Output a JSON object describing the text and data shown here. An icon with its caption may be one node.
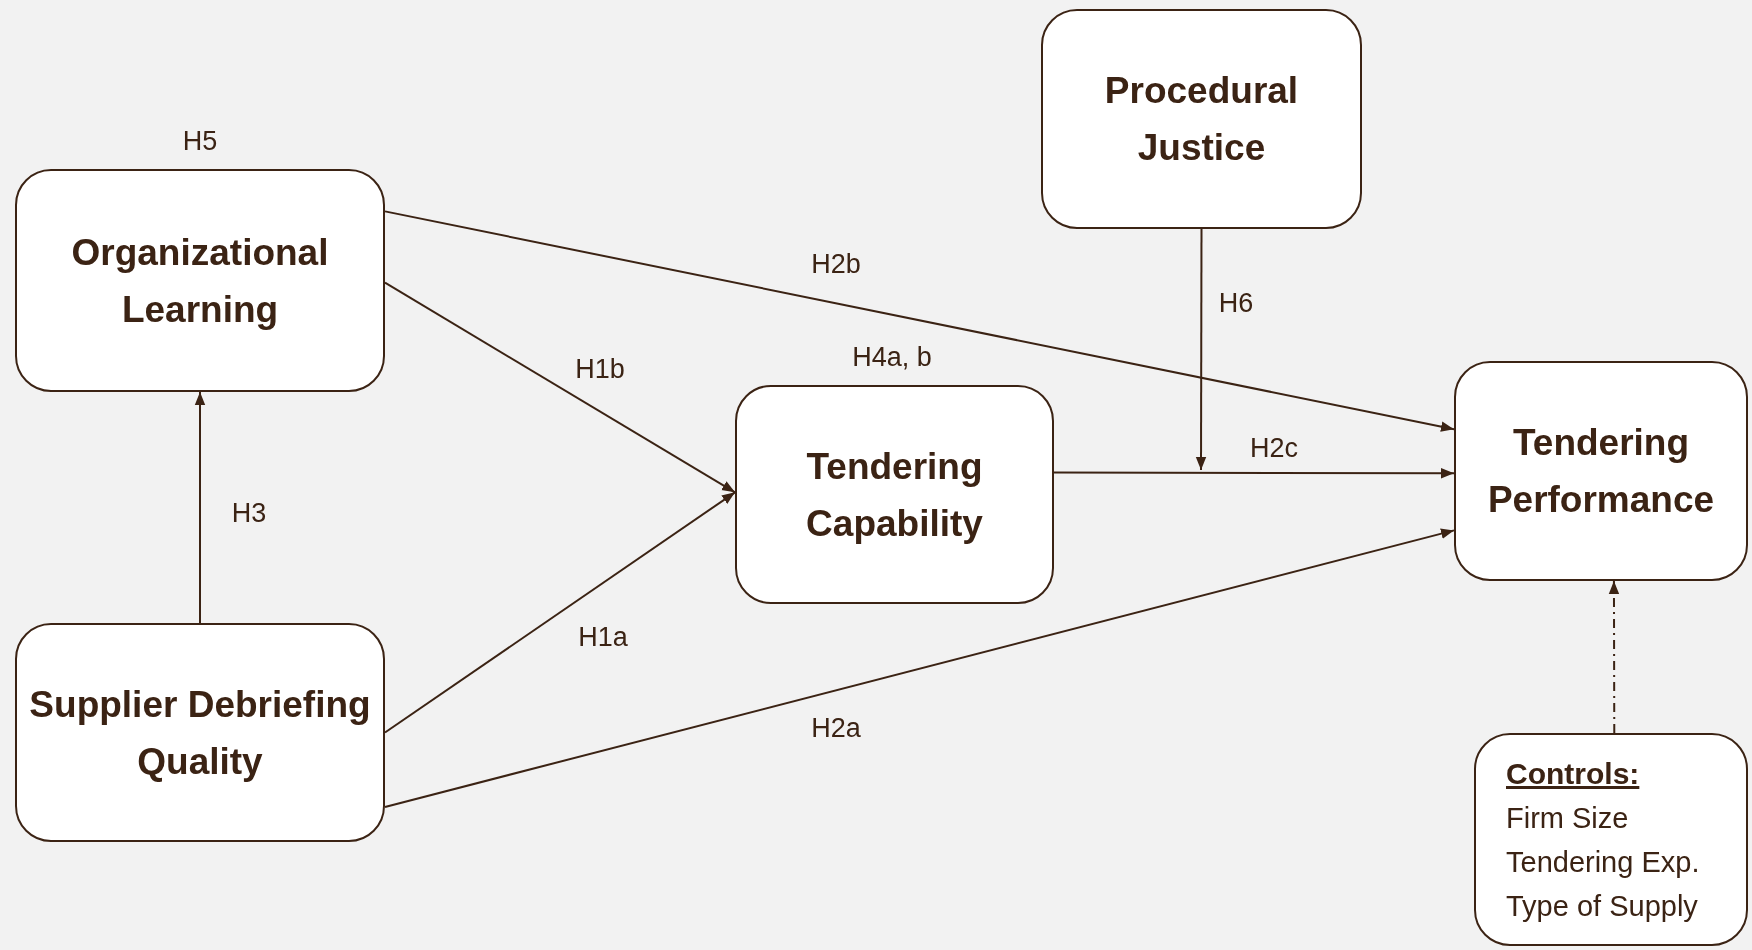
{
  "diagram": {
    "nodes": [
      {
        "text": [
          "Organizational Learning"
        ],
        "beside": [
          "H5"
        ]
      },
      {
        "text": [
          "Supplier Debriefing Quality"
        ]
      },
      {
        "text": [
          "Tendering Capability"
        ],
        "beside": [
          "H4a, b"
        ]
      },
      {
        "text": [
          "Procedural Justice"
        ]
      },
      {
        "text": [
          "Tendering Performance"
        ]
      },
      {
        "text": [
          "Controls:",
          "Firm Size",
          "Tendering Exp.",
          "Type of Supply"
        ]
      }
    ],
    "edges": [
      {
        "from": 0,
        "to": 2,
        "arrow": "to",
        "label": "H1b"
      },
      {
        "from": 1,
        "to": 2,
        "arrow": "to",
        "label": "H1a"
      },
      {
        "from": 0,
        "to": 4,
        "arrow": "to",
        "label": "H2b"
      },
      {
        "from": 2,
        "to": 4,
        "arrow": "to",
        "label": "H2c"
      },
      {
        "from": 1,
        "to": 4,
        "arrow": "to",
        "label": "H2a"
      },
      {
        "from": 1,
        "to": 0,
        "arrow": "to",
        "label": "H3"
      },
      {
        "from": 3,
        "to": null,
        "arrow": "to",
        "label": "H6"
      },
      {
        "from": 5,
        "to": 4,
        "arrow": "to",
        "style": "dashed"
      }
    ]
  }
}
